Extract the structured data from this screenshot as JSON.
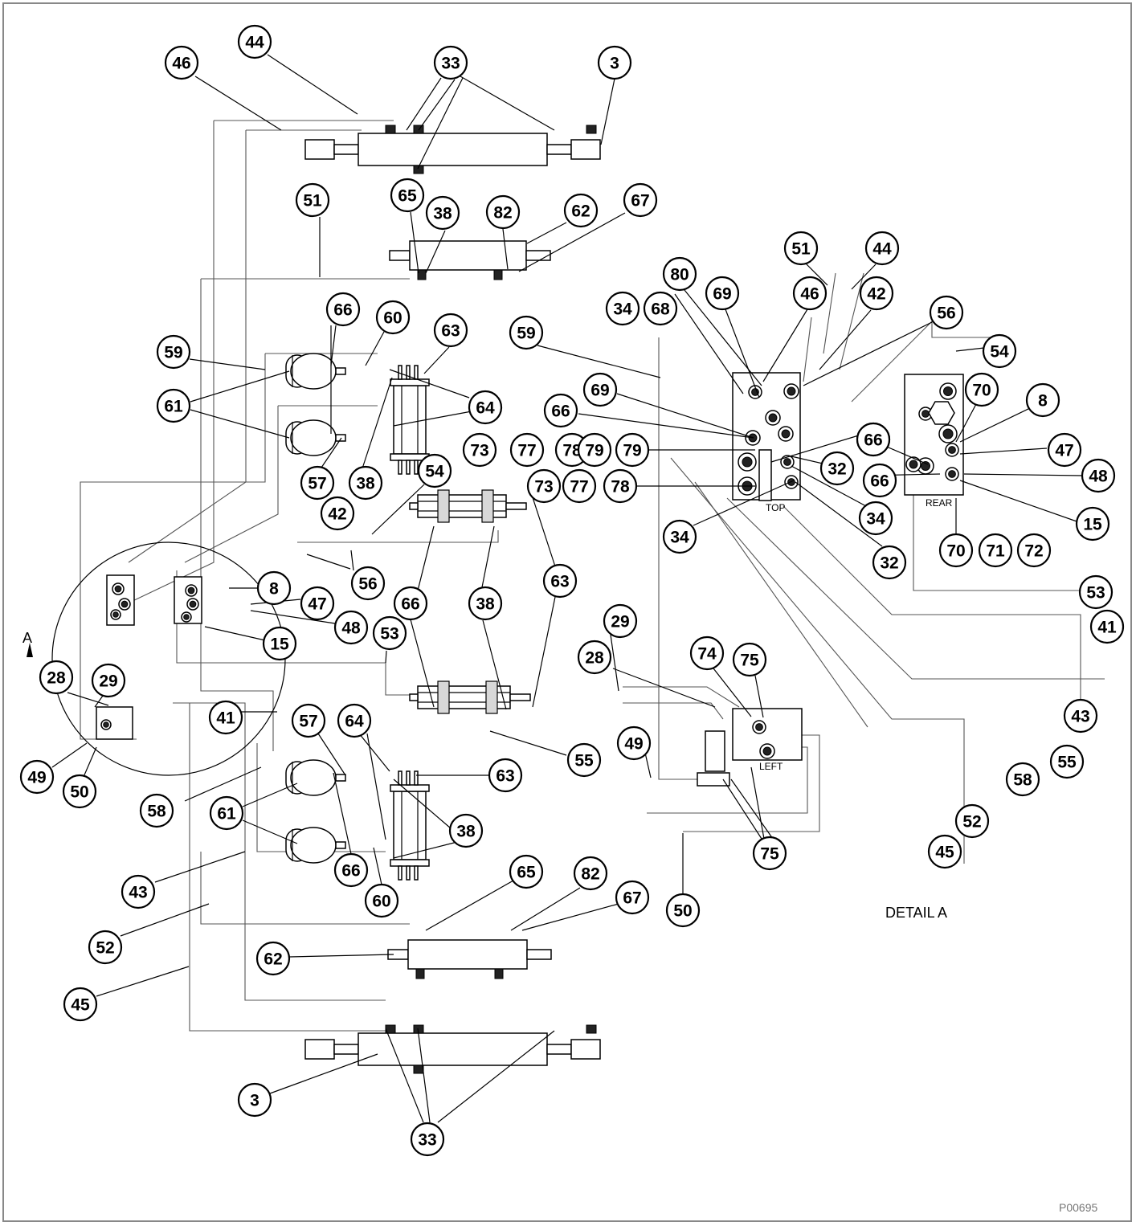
{
  "labels": {
    "detail_title": "DETAIL A",
    "section_mark": "A",
    "view_top": "TOP",
    "view_rear": "REAR",
    "view_left": "LEFT",
    "drawing_code": "P00695"
  },
  "balloons": [
    "44",
    "46",
    "33",
    "3",
    "51",
    "65",
    "38",
    "82",
    "62",
    "67",
    "59",
    "66",
    "60",
    "63",
    "61",
    "64",
    "57",
    "38",
    "42",
    "54",
    "56",
    "8",
    "47",
    "48",
    "15",
    "53",
    "66",
    "38",
    "63",
    "28",
    "29",
    "49",
    "50",
    "41",
    "57",
    "64",
    "63",
    "58",
    "61",
    "38",
    "55",
    "43",
    "66",
    "60",
    "52",
    "65",
    "82",
    "67",
    "62",
    "45",
    "3",
    "33",
    "51",
    "44",
    "80",
    "69",
    "46",
    "42",
    "34",
    "68",
    "56",
    "59",
    "69",
    "66",
    "73",
    "77",
    "78",
    "79",
    "79",
    "73",
    "77",
    "78",
    "66",
    "32",
    "34",
    "34",
    "32",
    "54",
    "70",
    "8",
    "66",
    "47",
    "66",
    "48",
    "15",
    "70",
    "71",
    "72",
    "53",
    "41",
    "43",
    "55",
    "58",
    "52",
    "45",
    "29",
    "28",
    "74",
    "75",
    "49",
    "75",
    "50"
  ]
}
